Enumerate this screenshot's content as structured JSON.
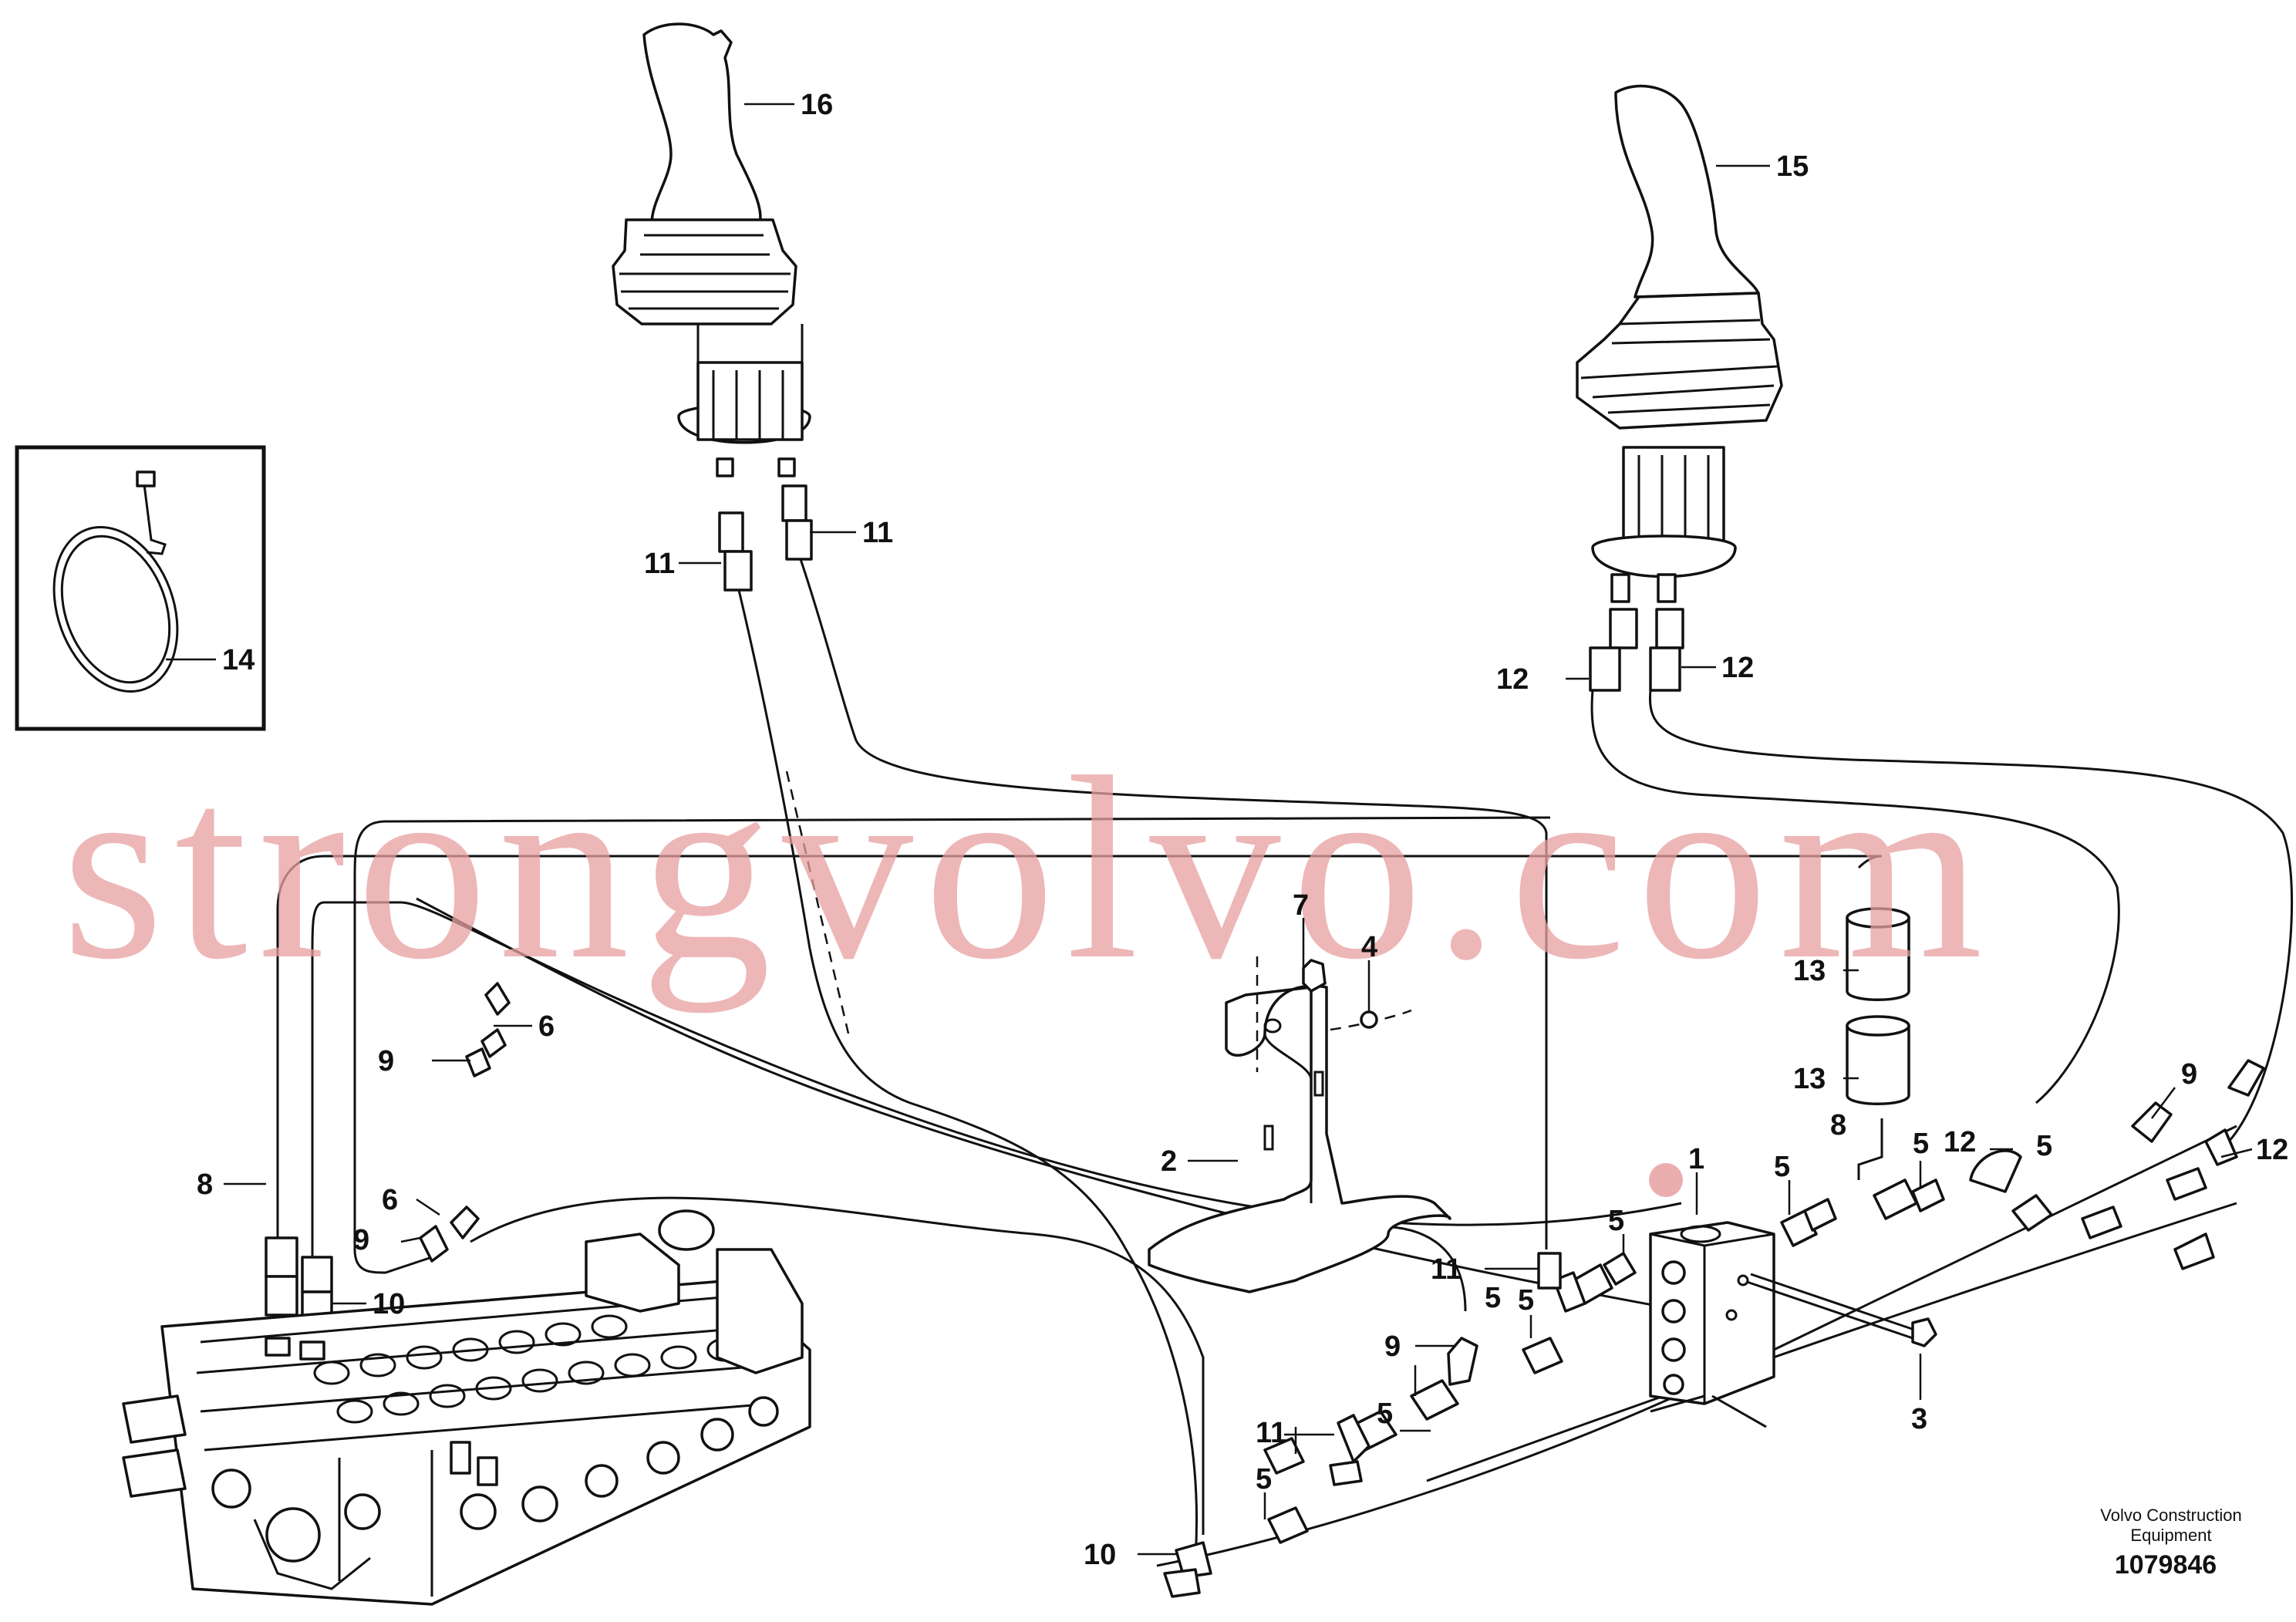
{
  "watermark": "strongvolvo.com",
  "credit": {
    "line1": "Volvo Construction",
    "line2": "Equipment"
  },
  "reference_number": "1079846",
  "callouts": {
    "c1": "1",
    "c2": "2",
    "c3": "3",
    "c4": "4",
    "c5a": "5",
    "c5b": "5",
    "c5c": "5",
    "c5d": "5",
    "c5e": "5",
    "c5f": "5",
    "c5g": "5",
    "c5h": "5",
    "c6a": "6",
    "c6b": "6",
    "c7": "7",
    "c8a": "8",
    "c8b": "8",
    "c9a": "9",
    "c9b": "9",
    "c9c": "9",
    "c9d": "9",
    "c10a": "10",
    "c10b": "10",
    "c11a": "11",
    "c11b": "11",
    "c11c": "11",
    "c11d": "11",
    "c12a": "12",
    "c12b": "12",
    "c12c": "12",
    "c12d": "12",
    "c13a": "13",
    "c13b": "13",
    "c14": "14",
    "c15": "15",
    "c16": "16"
  },
  "icons": {
    "left_joystick": "joystick-icon",
    "right_joystick": "joystick-icon",
    "control_valve": "control-valve-icon",
    "cable_tie": "cable-tie-icon"
  }
}
